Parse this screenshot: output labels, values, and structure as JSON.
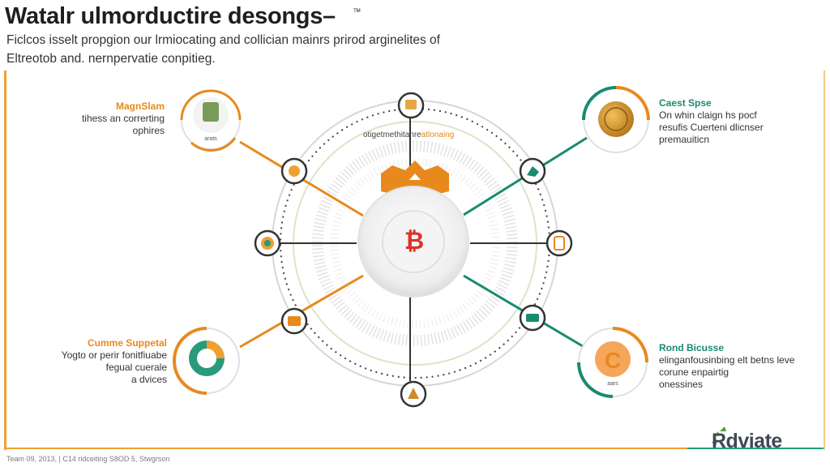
{
  "title": "Watalr ulmorductire desongs–",
  "title_mark": "ᵀᴹ",
  "subtitle": "Ficlcos isselt propgion our lrmiocating and collician mainrs prirod arginelites of Eltreotob and. nernpervatie conpitieg.",
  "center_label_plain": "otigetmethitanre",
  "center_label_highlight": "atlonaing",
  "center_symbol": "₿",
  "features": [
    {
      "title": "MagnSlam",
      "lines": [
        "tihess an correrting",
        "ophires"
      ],
      "caption": "arats",
      "accent": "#e8891e"
    },
    {
      "title": "Caest Spse",
      "lines": [
        "On whin claign hs pocf",
        "resufis Cuerteni dlicnser",
        "premauiticn"
      ],
      "caption": "",
      "accent": "#1a8a70"
    },
    {
      "title": "Cumme Suppetal",
      "lines": [
        "Yogto or perir fonitfiuabe",
        "fegual cuerale",
        "a dvices"
      ],
      "caption": "",
      "accent": "#e8891e"
    },
    {
      "title": "Rond Bicusse",
      "lines": [
        "elinganfousinbing elt betns leve",
        "corune enpairtig",
        "onessines"
      ],
      "caption": "aars",
      "accent": "#1a8a70"
    }
  ],
  "footer": "Team 09, 2013, | C14 ridceiting S8OD 5, Stwgrson",
  "brand": "Rdviate",
  "colors": {
    "orange": "#e8891e",
    "green": "#1a8a70",
    "dark": "#333333",
    "bitcoin_red": "#d9342b"
  },
  "icons": [
    "sun-icon",
    "shield-lock-icon",
    "bag-icon",
    "phone-icon",
    "wallet-icon",
    "coin-icon",
    "globe-icon",
    "chip-icon",
    "dots-icon",
    "bitcoin-icon"
  ]
}
